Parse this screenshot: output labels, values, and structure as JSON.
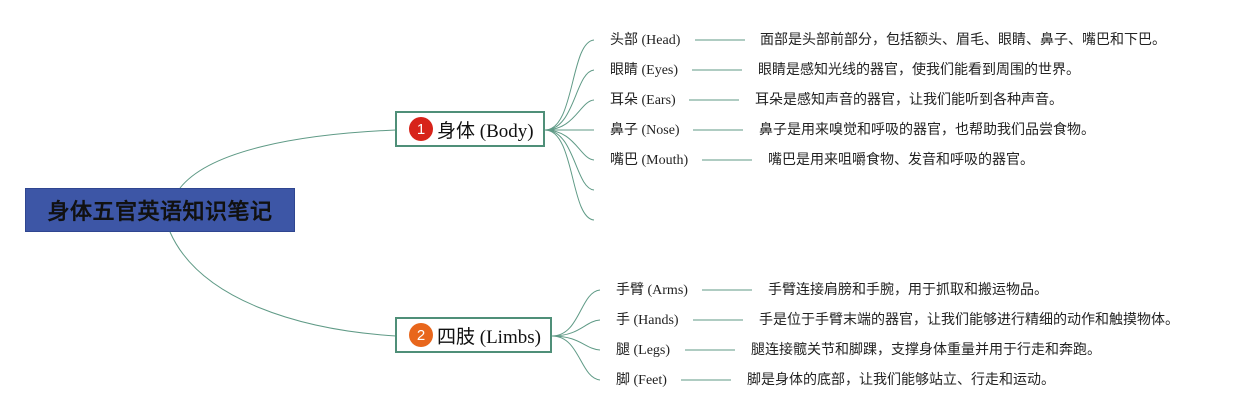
{
  "root": {
    "title": "身体五官英语知识笔记"
  },
  "branches": [
    {
      "number": "1",
      "label": "身体 (Body)",
      "color": "#d7231a",
      "items": [
        {
          "term": "头部 (Head)",
          "desc": "面部是头部前部分，包括额头、眉毛、眼睛、鼻子、嘴巴和下巴。"
        },
        {
          "term": "眼睛 (Eyes)",
          "desc": "眼睛是感知光线的器官，使我们能看到周围的世界。"
        },
        {
          "term": "耳朵 (Ears)",
          "desc": "耳朵是感知声音的器官，让我们能听到各种声音。"
        },
        {
          "term": "鼻子 (Nose)",
          "desc": "鼻子是用来嗅觉和呼吸的器官，也帮助我们品尝食物。"
        },
        {
          "term": "嘴巴 (Mouth)",
          "desc": "嘴巴是用来咀嚼食物、发音和呼吸的器官。"
        }
      ]
    },
    {
      "number": "2",
      "label": "四肢 (Limbs)",
      "color": "#e8661c",
      "items": [
        {
          "term": "手臂 (Arms)",
          "desc": "手臂连接肩膀和手腕，用于抓取和搬运物品。"
        },
        {
          "term": "手 (Hands)",
          "desc": "手是位于手臂末端的器官，让我们能够进行精细的动作和触摸物体。"
        },
        {
          "term": "腿 (Legs)",
          "desc": "腿连接髋关节和脚踝，支撑身体重量并用于行走和奔跑。"
        },
        {
          "term": "脚 (Feet)",
          "desc": "脚是身体的底部，让我们能够站立、行走和运动。"
        }
      ]
    }
  ],
  "colors": {
    "root_bg": "#3d56a6",
    "edge": "#4f8f78"
  }
}
